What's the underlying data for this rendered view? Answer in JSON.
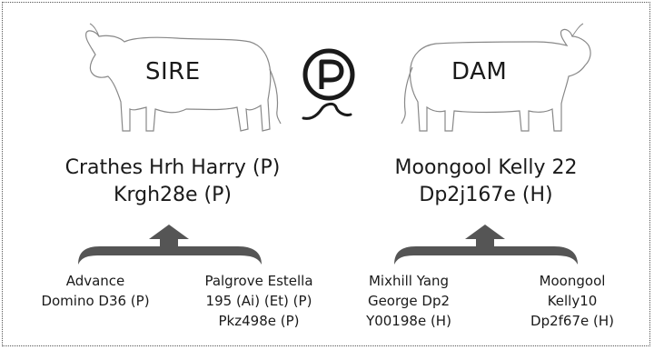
{
  "sire": {
    "label": "SIRE",
    "name_line1": "Crathes Hrh Harry (P)",
    "name_line2": "Krgh28e (P)",
    "parents": [
      {
        "lines": [
          "Advance",
          "Domino D36 (P)"
        ]
      },
      {
        "lines": [
          "Palgrove Estella",
          "195 (Ai) (Et) (P)",
          "Pkz498e (P)"
        ]
      }
    ]
  },
  "dam": {
    "label": "DAM",
    "name_line1": "Moongool Kelly 22",
    "name_line2": "Dp2j167e (H)",
    "parents": [
      {
        "lines": [
          "Mixhill Yang",
          "George Dp2",
          "Y00198e (H)"
        ]
      },
      {
        "lines": [
          "Moongool",
          "Kelly10",
          "Dp2f67e (H)"
        ]
      }
    ]
  },
  "poll_symbol": {
    "letter": "P",
    "icon": "polled-icon"
  },
  "colors": {
    "brace": "#555555",
    "outline": "#888888",
    "text": "#1a1a1a"
  }
}
